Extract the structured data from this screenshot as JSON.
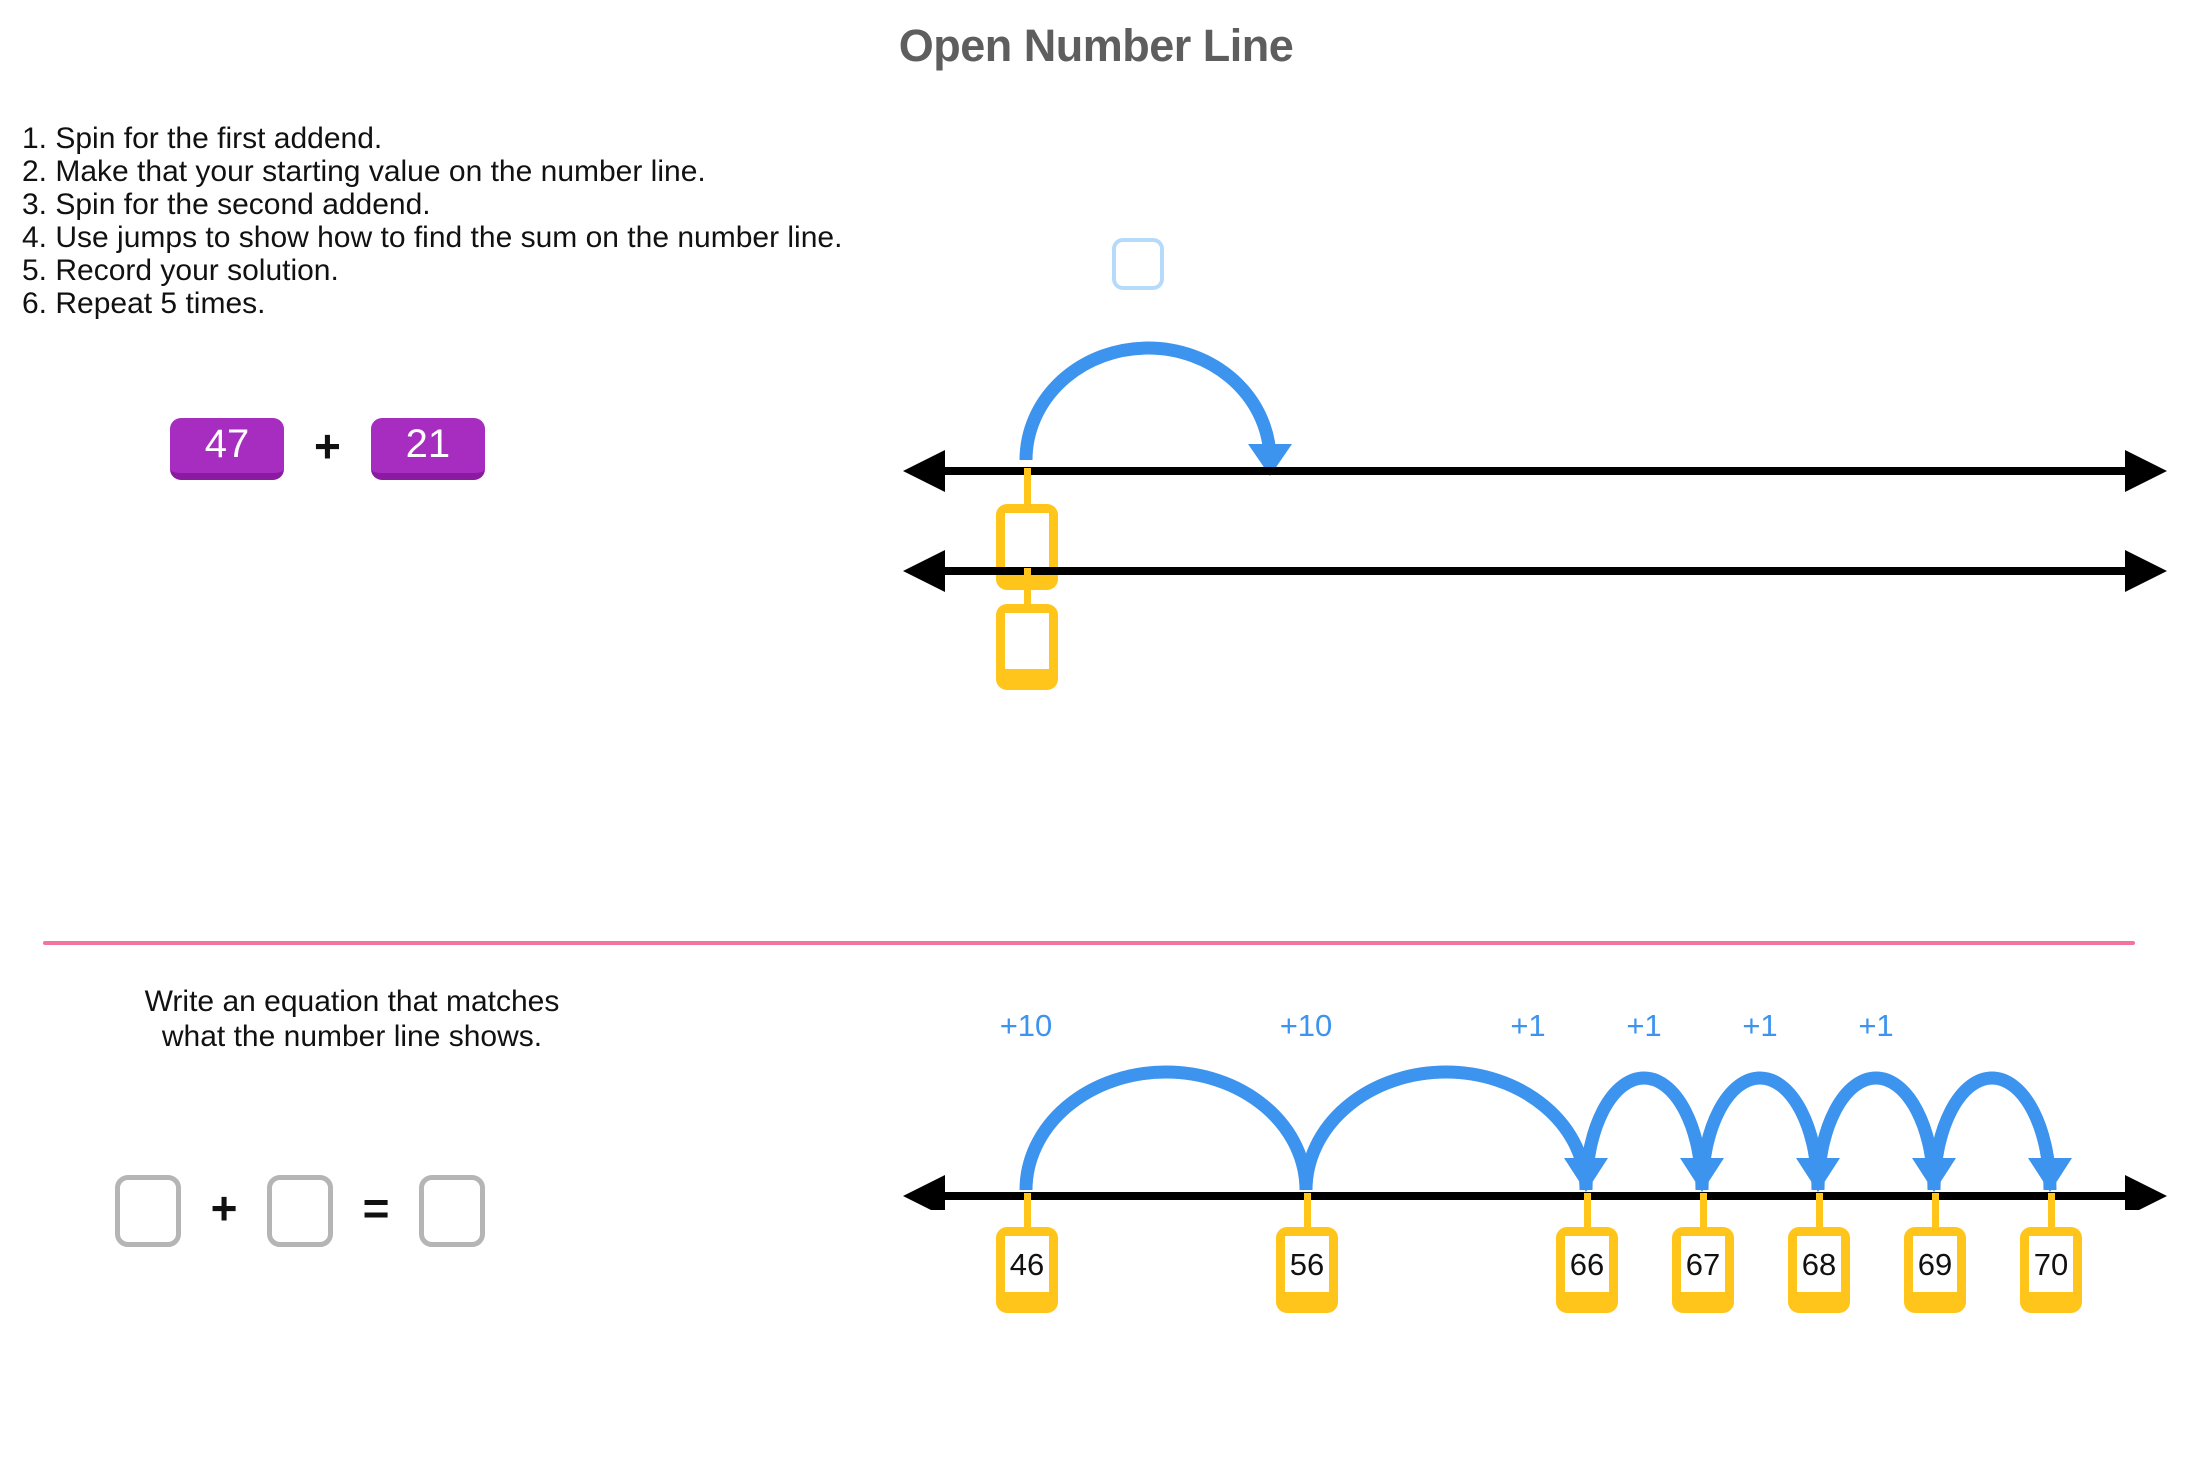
{
  "page": {
    "title": "Open Number Line",
    "background": "#ffffff",
    "divider_color": "#F4739C"
  },
  "colors": {
    "title": "#5e5e5e",
    "addend_tile": "#A72CC0",
    "addend_tile_shadow": "#8A1BA0",
    "marker_yellow": "#FFC51A",
    "jump_blue": "#3D94EF",
    "jump_box_border": "#B6DAFA",
    "blank_border": "#B5B5B5",
    "number_line": "#000000"
  },
  "instructions": [
    "1. Spin for the first addend.",
    "2. Make that your starting value on the number line.",
    "3. Spin for the second addend.",
    "4. Use jumps to show how to find the sum on the number line.",
    "5. Record your solution.",
    "6. Repeat 5 times."
  ],
  "addends": {
    "first": "47",
    "operator": "+",
    "second": "21"
  },
  "worksheet_lines": [
    {
      "name": "number-line-1",
      "markers": [
        {
          "value": ""
        }
      ],
      "jumps": [
        {
          "label": "",
          "label_filled": false
        }
      ]
    },
    {
      "name": "number-line-2",
      "markers": [
        {
          "value": ""
        }
      ],
      "jumps": []
    }
  ],
  "example": {
    "prompt_line_1": "Write an equation that matches",
    "prompt_line_2": "what the number line shows.",
    "equation": {
      "addend_1": "",
      "operator_1": "+",
      "addend_2": "",
      "operator_2": "=",
      "sum": ""
    },
    "markers": [
      "46",
      "56",
      "66",
      "67",
      "68",
      "69",
      "70"
    ],
    "jump_labels": [
      "+10",
      "+10",
      "+1",
      "+1",
      "+1",
      "+1"
    ]
  },
  "chart_data": {
    "type": "line",
    "title": "Open Number Line",
    "description": "Open number line showing 46 + 24 solved by jumps",
    "start": 46,
    "end": 70,
    "markers": [
      46,
      56,
      66,
      67,
      68,
      69,
      70
    ],
    "jumps": [
      10,
      10,
      1,
      1,
      1,
      1
    ],
    "jump_labels": [
      "+10",
      "+10",
      "+1",
      "+1",
      "+1",
      "+1"
    ]
  }
}
